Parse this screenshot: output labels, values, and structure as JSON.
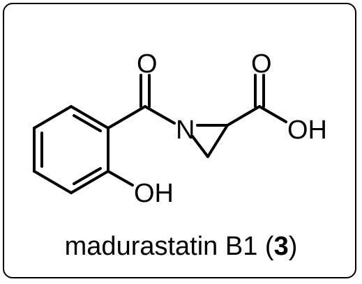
{
  "molecule": {
    "atom_labels": {
      "carbonyl_oxygen": "O",
      "acid_oxygen": "O",
      "nitrogen": "N",
      "hydroxyl_acid": "OH",
      "hydroxyl_phenol": "OH"
    },
    "name": {
      "text": "madurastatin B1 (",
      "compound_number": "3",
      "close": ")"
    }
  },
  "colors": {
    "ink": "#000000",
    "background": "#ffffff"
  }
}
